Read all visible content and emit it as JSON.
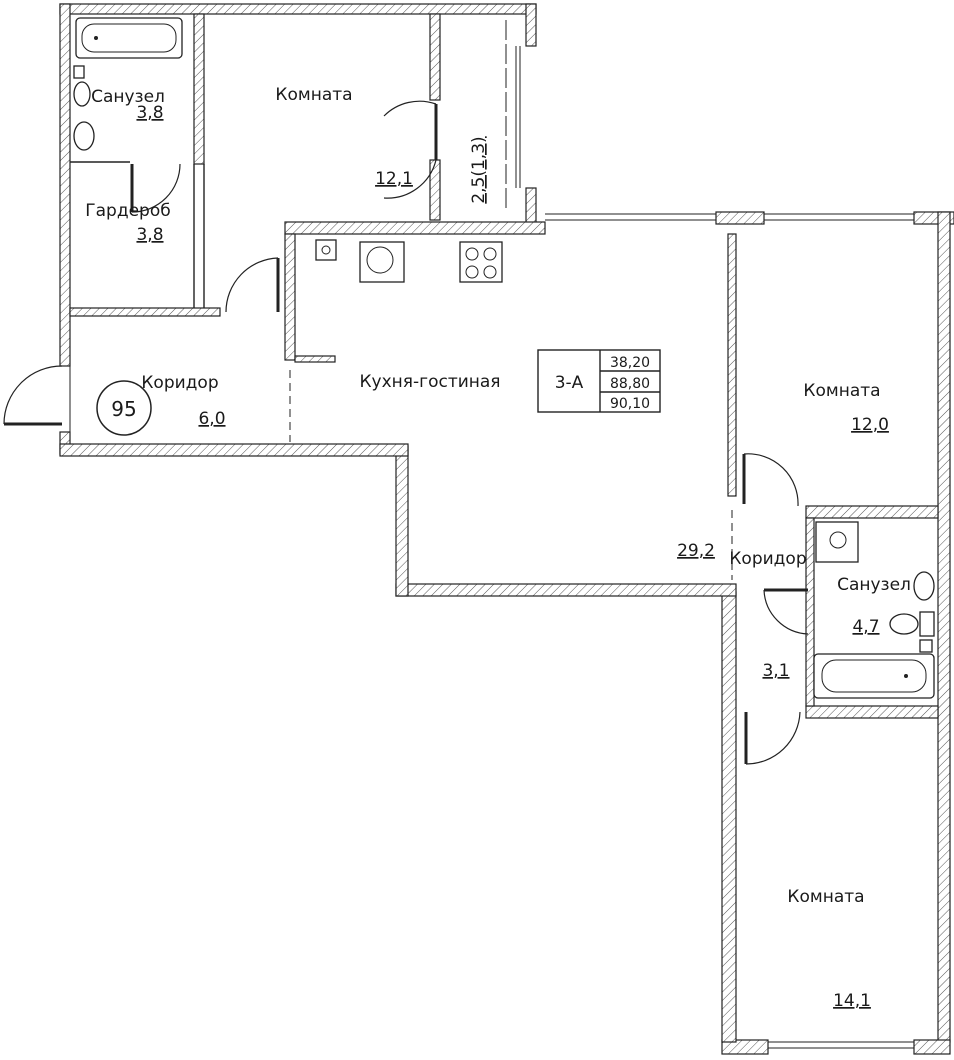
{
  "apartment": {
    "number": "95",
    "type": "3-А",
    "areas": [
      "38,20",
      "88,80",
      "90,10"
    ]
  },
  "rooms": {
    "bathroom_top": {
      "label": "Санузел",
      "area": "3,8"
    },
    "wardrobe": {
      "label": "Гардероб",
      "area": "3,8"
    },
    "room_top": {
      "label": "Комната",
      "area": "12,1"
    },
    "balcony": {
      "area": "2,5(1,3)"
    },
    "corridor_left": {
      "label": "Коридор",
      "area": "6,0"
    },
    "kitchen_living": {
      "label": "Кухня-гостиная",
      "area": "29,2"
    },
    "room_right": {
      "label": "Комната",
      "area": "12,0"
    },
    "corridor_right": {
      "label": "Коридор",
      "area": "3,1"
    },
    "bathroom_right": {
      "label": "Санузел",
      "area": "4,7"
    },
    "room_bottom": {
      "label": "Комната",
      "area": "14,1"
    }
  },
  "colors": {
    "ink": "#222222",
    "background": "#ffffff"
  }
}
